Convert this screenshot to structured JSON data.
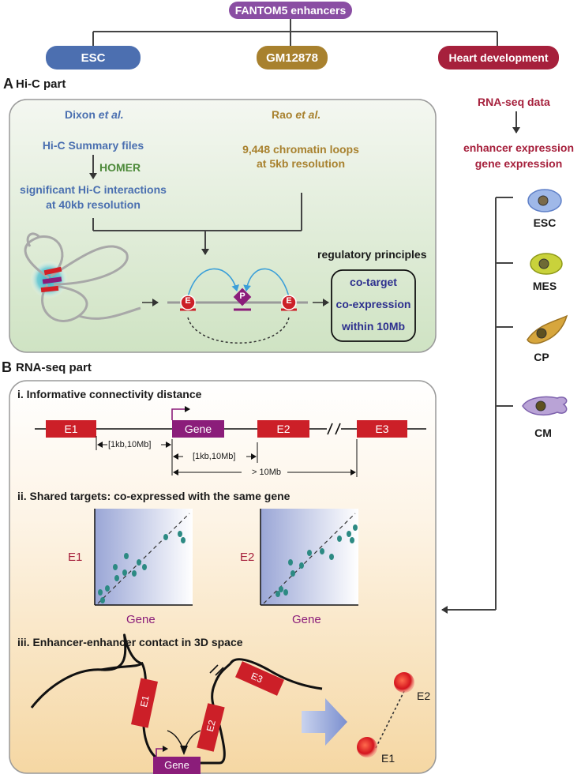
{
  "top": {
    "root": "FANTOM5 enhancers",
    "nodes": [
      "ESC",
      "GM12878",
      "Heart development"
    ]
  },
  "hic": {
    "section_letter": "A",
    "section_title": "Hi-C part",
    "dixon_name": "Dixon",
    "dixon_suffix": "et al.",
    "dixon_files": "Hi-C Summary files",
    "homer": "HOMER",
    "dixon_result_1": "significant Hi-C interactions",
    "dixon_result_2": "at 40kb resolution",
    "rao_name": "Rao",
    "rao_suffix": "et al.",
    "rao_1": "9,448 chromatin loops",
    "rao_2": "at 5kb resolution",
    "principles_title": "regulatory principles",
    "principles": [
      "co-target",
      "co-expression",
      "within 10Mb"
    ],
    "enh_label": "E",
    "prom_label": "P"
  },
  "rnaseq_side": {
    "title": "RNA-seq data",
    "result_1": "enhancer expression",
    "result_2": "gene expression",
    "cells": [
      "ESC",
      "MES",
      "CP",
      "CM"
    ]
  },
  "rna": {
    "section_letter": "B",
    "section_title": "RNA-seq part",
    "sub1": "i. Informative connectivity distance",
    "sub2": "ii. Shared targets: co-expressed with the same gene",
    "sub3": "iii. Enhancer-enhancer contact in 3D space",
    "e1": "E1",
    "gene": "Gene",
    "e2": "E2",
    "e3": "E3",
    "range1": "[1kb,10Mb]",
    "range2": "[1kb,10Mb]",
    "range3": "> 10Mb",
    "plot1_y": "E1",
    "plot1_x": "Gene",
    "plot2_y": "E2",
    "plot2_x": "Gene",
    "contact_e1": "E1",
    "contact_e2": "E2"
  },
  "colors": {
    "purple": "#8a4ea3",
    "blue_pill": "#4c6fb0",
    "gold_pill": "#a8812e",
    "crimson_pill": "#a6203c",
    "enhancer_red": "#cc1f28",
    "gene_purple": "#8b1d7a",
    "hic_panel_bg": "#d9ead0",
    "rna_panel_top": "#ffffff",
    "rna_panel_bottom": "#f6d9a6"
  }
}
